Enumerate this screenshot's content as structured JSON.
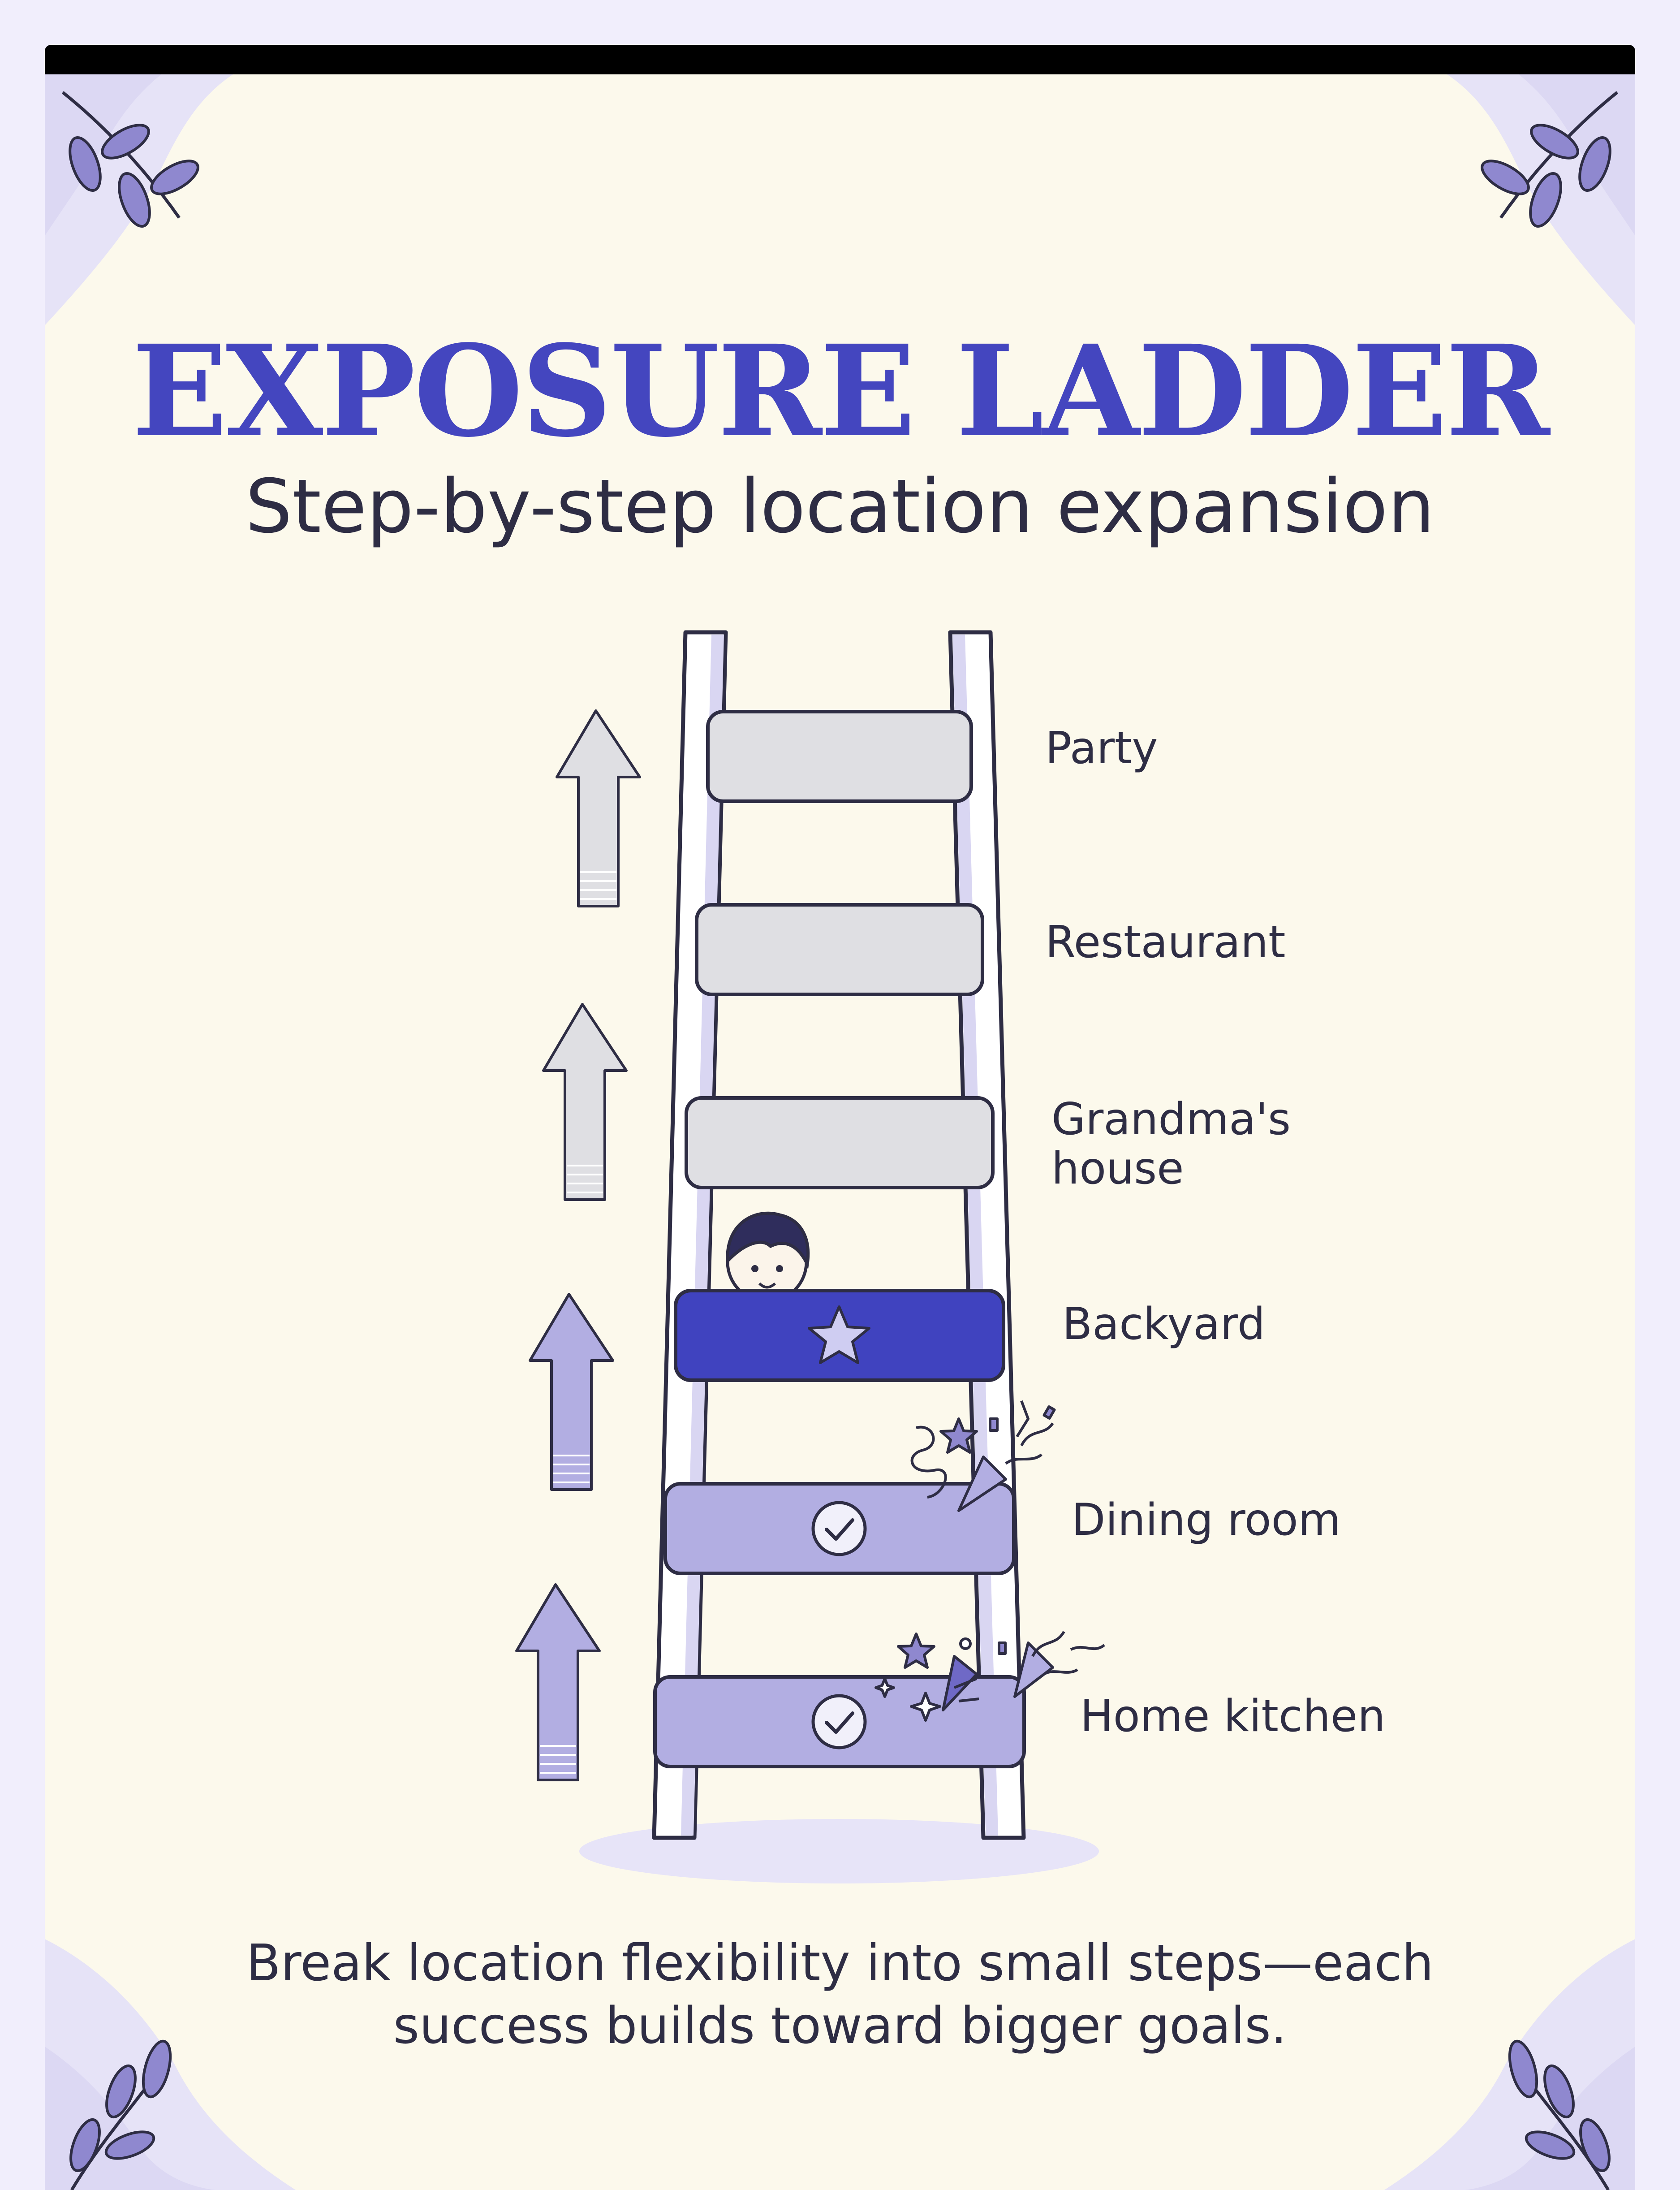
{
  "title": "EXPOSURE LADDER",
  "subtitle": "Step-by-step location expansion",
  "steps": [
    {
      "label": "Party",
      "status": "upcoming"
    },
    {
      "label": "Restaurant",
      "status": "upcoming"
    },
    {
      "label": "Grandma's house",
      "status": "upcoming"
    },
    {
      "label": "Backyard",
      "status": "current"
    },
    {
      "label": "Dining room",
      "status": "completed"
    },
    {
      "label": "Home kitchen",
      "status": "completed"
    }
  ],
  "caption": {
    "line1": "Break location flexibility into small steps—each",
    "line2": "success builds toward bigger goals."
  },
  "colors": {
    "title": "#4446bf",
    "current_rung": "#4043bf",
    "completed_rung": "#b2aee2",
    "upcoming_rung": "#dfdfe3",
    "background": "#fcf9ec",
    "outline": "#2e2d44"
  }
}
